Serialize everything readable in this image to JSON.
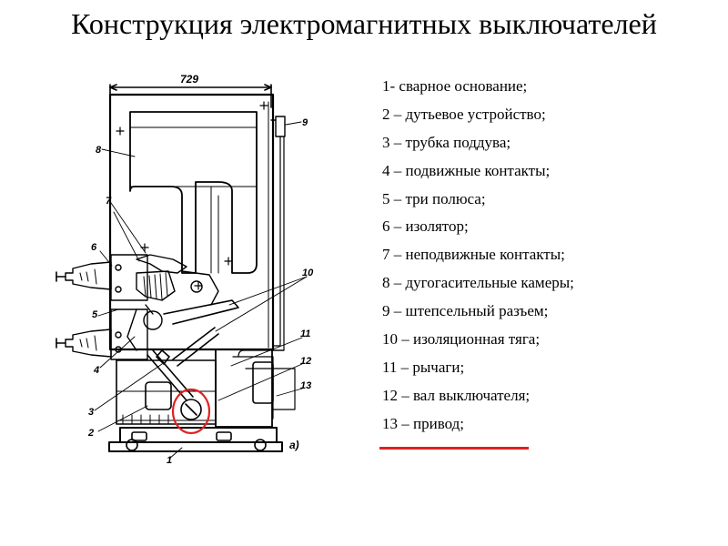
{
  "slide": {
    "title": "Конструкция электромагнитных выключателей"
  },
  "diagram": {
    "dimension_label": "729",
    "figure_label": "а)",
    "callouts": [
      "1",
      "2",
      "3",
      "4",
      "5",
      "6",
      "7",
      "8",
      "9",
      "10",
      "11",
      "12",
      "13"
    ]
  },
  "legend": {
    "items": [
      "1-  сварное основание;",
      "2 – дутьевое устройство;",
      "3 – трубка поддува;",
      "4 – подвижные контакты;",
      "5 – три полюса;",
      "6 – изолятор;",
      "7 – неподвижные контакты;",
      "8 – дугогасительные камеры;",
      "9 – штепсельный разъем;",
      "10 – изоляционная тяга;",
      "11 – рычаги;",
      "12 – вал выключателя;",
      "13 – привод;"
    ]
  },
  "colors": {
    "ink": "#000000",
    "highlight_circle": "#e02020",
    "underline": "#e02020"
  }
}
